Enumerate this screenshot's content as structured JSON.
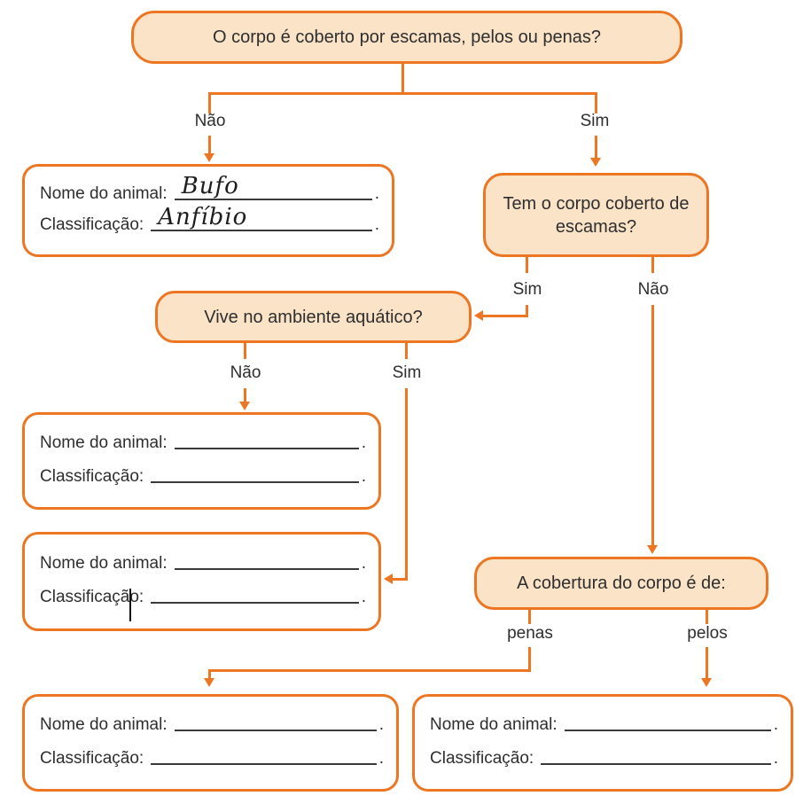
{
  "colors": {
    "accent": "#ED7623",
    "node_fill": "#FBE3C8",
    "ink": "#2E2E2E",
    "underline": "#3A3A3A"
  },
  "nodes": {
    "q1": "O corpo é coberto por escamas, pelos ou penas?",
    "q2": "Tem o corpo coberto de escamas?",
    "q3": "Vive no ambiente aquático?",
    "q4": "A cobertura do corpo é de:"
  },
  "branches": {
    "q1_no": "Não",
    "q1_yes": "Sim",
    "q2_yes": "Sim",
    "q2_no": "Não",
    "q3_no": "Não",
    "q3_yes": "Sim",
    "q4_penas": "penas",
    "q4_pelos": "pelos"
  },
  "field_labels": {
    "name": "Nome do animal:",
    "classification": "Classificação:",
    "line_end": "."
  },
  "answers": {
    "amphibian_name": "Bufo",
    "amphibian_class": "Anfíbio"
  }
}
